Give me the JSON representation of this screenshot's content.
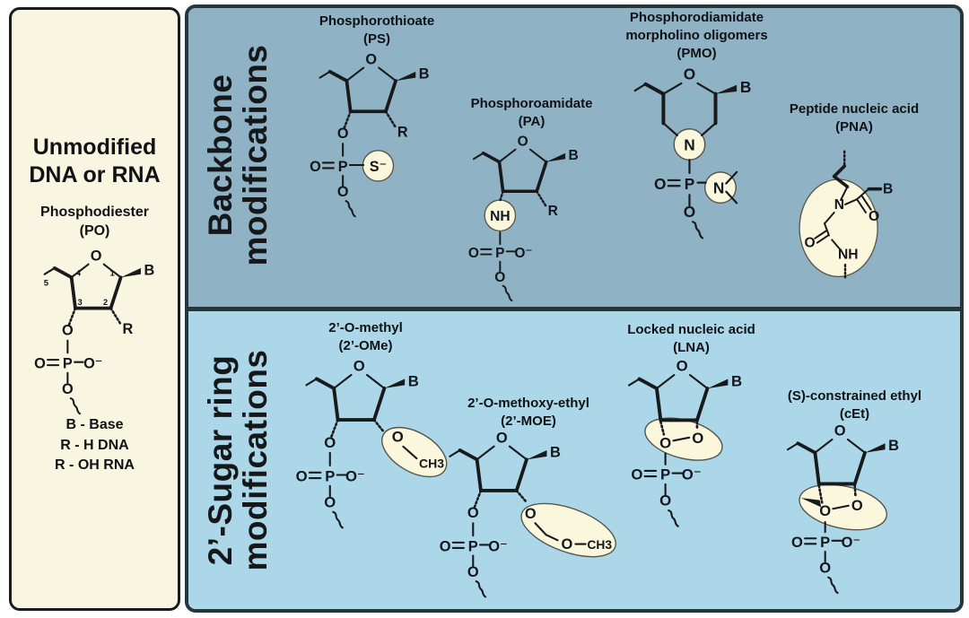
{
  "figure": {
    "colors": {
      "left_panel_bg": "#f8f5e1",
      "left_border": "#1b1b1b",
      "frame_border": "#25363c",
      "backbone_bg": "#8fb2c5",
      "sugar_bg": "#abd7e9",
      "highlight": "#faf7dc"
    },
    "left_panel": {
      "title_line1": "Unmodified",
      "title_line2": "DNA or RNA",
      "name": "Phosphodiester",
      "abbr": "(PO)",
      "legend_b": "B - Base",
      "legend_r_dna": "R - H DNA",
      "legend_r_rna": "R - OH RNA",
      "ring_numbers": {
        "n1": "1",
        "n2": "2",
        "n3": "3",
        "n4": "4",
        "n5": "5"
      }
    },
    "backbone_panel": {
      "header_line1": "Backbone",
      "header_line2": "modifications",
      "ps": {
        "name": "Phosphorothioate",
        "abbr": "(PS)"
      },
      "pa": {
        "name": "Phosphoroamidate",
        "abbr": "(PA)"
      },
      "pmo": {
        "name_line1": "Phosphorodiamidate",
        "name_line2": "morpholino oligomers",
        "abbr": "(PMO)"
      },
      "pna": {
        "name": "Peptide nucleic acid",
        "abbr": "(PNA)"
      }
    },
    "sugar_panel": {
      "header_line1": "2’-Sugar ring",
      "header_line2": "modifications",
      "ome": {
        "name": "2’-O-methyl",
        "abbr": "(2’-OMe)"
      },
      "moe": {
        "name": "2’-O-methoxy-ethyl",
        "abbr": "(2’-MOE)"
      },
      "lna": {
        "name": "Locked nucleic acid",
        "abbr": "(LNA)"
      },
      "cet": {
        "name": "(S)-constrained ethyl",
        "abbr": "(cEt)"
      }
    },
    "atoms": {
      "O": "O",
      "P": "P",
      "B": "B",
      "R": "R",
      "N": "N",
      "O_minus": "O⁻",
      "S_minus": "S⁻",
      "NH": "NH",
      "CH3": "CH3"
    }
  }
}
